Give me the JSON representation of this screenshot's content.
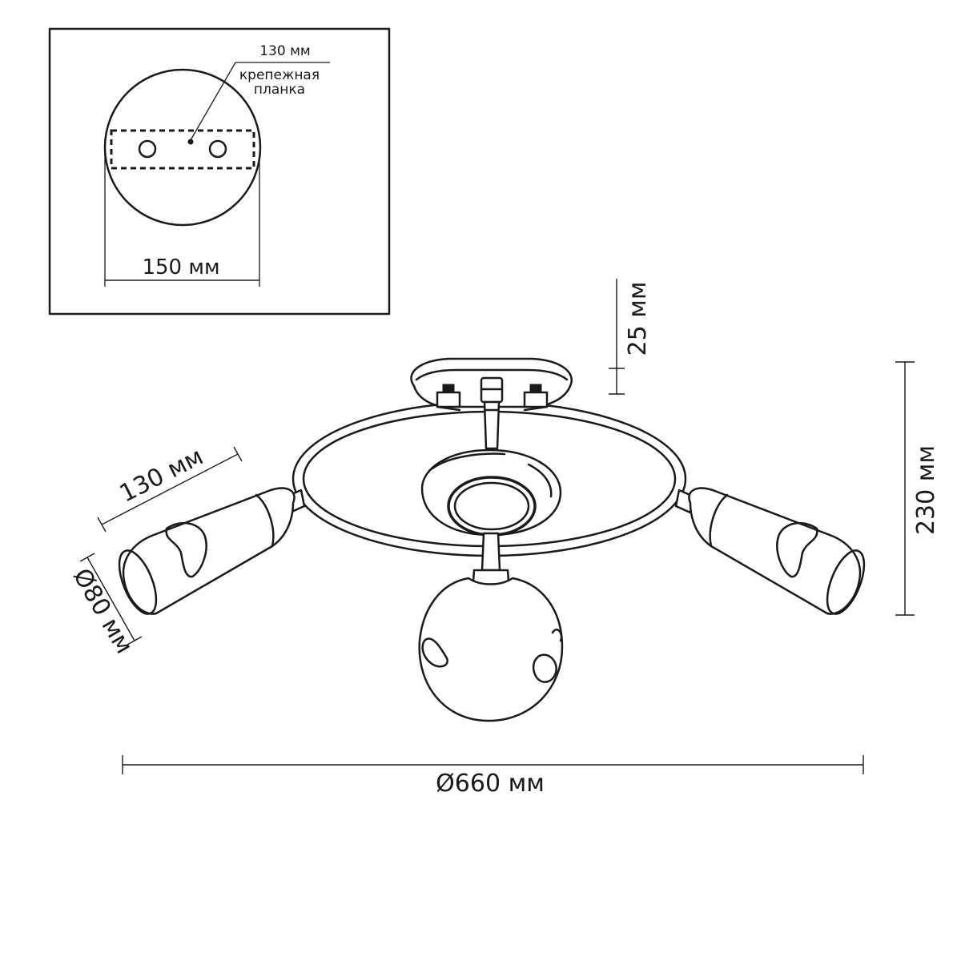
{
  "inset": {
    "plate_label": "130 мм",
    "plate_caption_line1": "крепежная",
    "plate_caption_line2": "планка",
    "base_diameter_label": "150 мм"
  },
  "dimensions": {
    "base_height": "25 мм",
    "total_height": "230 мм",
    "shade_length": "130 мм",
    "shade_diameter": "Ø80 мм",
    "total_diameter": "Ø660 мм"
  }
}
